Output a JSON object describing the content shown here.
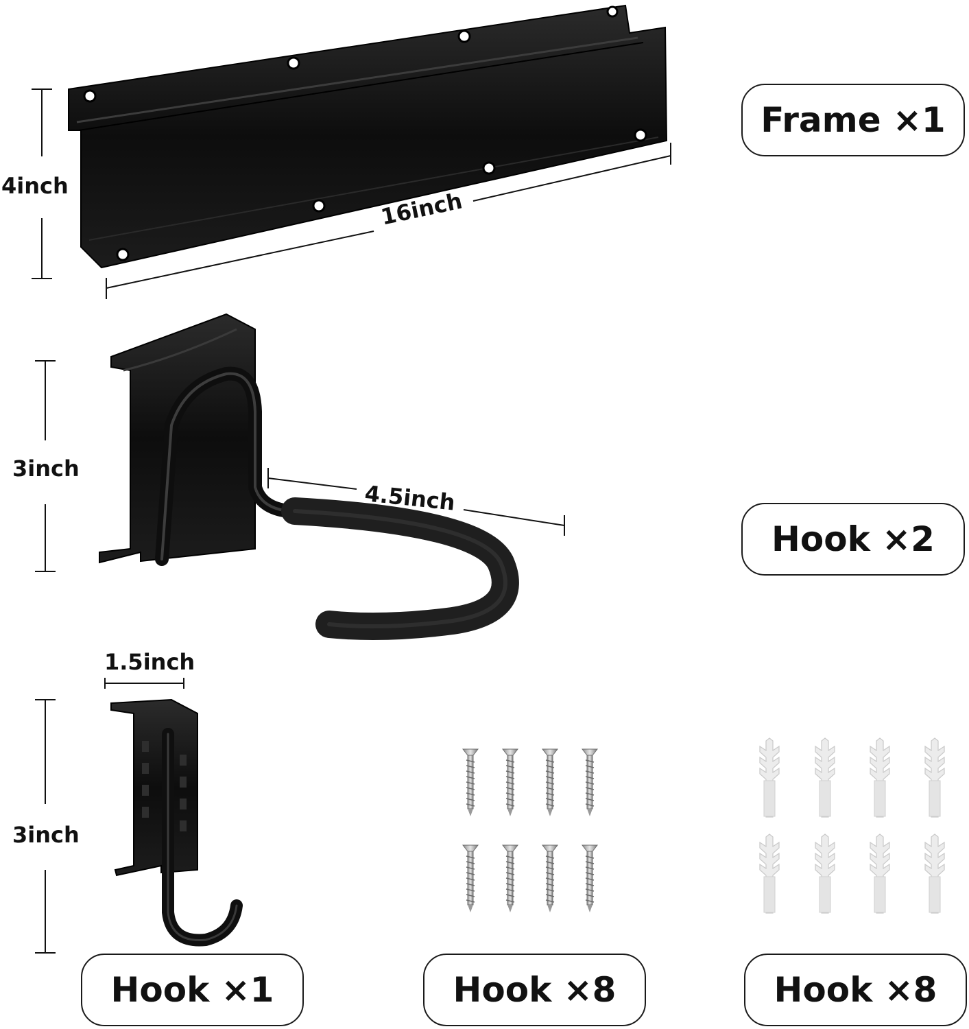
{
  "labels": {
    "frame": "Frame ×1",
    "hook_large": "Hook ×2",
    "hook_small": "Hook ×1",
    "screws": "Hook ×8",
    "anchors": "Hook ×8"
  },
  "dimensions": {
    "frame_height": "4inch",
    "frame_width": "16inch",
    "large_hook_height": "3inch",
    "large_hook_length": "4.5inch",
    "small_hook_width": "1.5inch",
    "small_hook_height": "3inch"
  },
  "colors": {
    "metal": "#141414",
    "foam": "#1f1f1f",
    "screw": "#b8b8b8",
    "anchor": "#e9e9e9",
    "outline": "#1a1a1a"
  }
}
